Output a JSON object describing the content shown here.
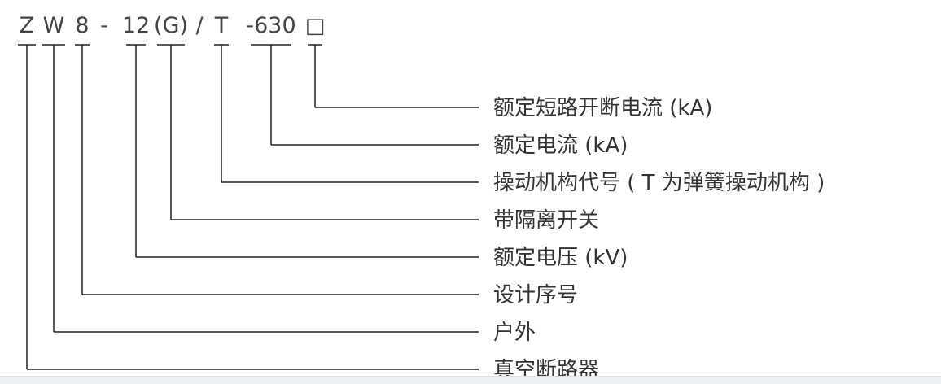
{
  "model_code": {
    "segments": [
      {
        "id": "z",
        "text": "Z"
      },
      {
        "id": "w",
        "text": "W"
      },
      {
        "id": "8",
        "text": "8"
      },
      {
        "id": "dash1",
        "text": "-"
      },
      {
        "id": "12",
        "text": "12"
      },
      {
        "id": "g",
        "text": "(G)"
      },
      {
        "id": "slash",
        "text": "/"
      },
      {
        "id": "t",
        "text": "T"
      },
      {
        "id": "630",
        "text": "-630"
      },
      {
        "id": "box",
        "text": "□"
      }
    ]
  },
  "labels": [
    {
      "target": "box",
      "text": "额定短路开断电流 (kA)"
    },
    {
      "target": "630",
      "text": "额定电流 (kA)"
    },
    {
      "target": "t",
      "text": "操动机构代号 ( T 为弹簧操动机构 )"
    },
    {
      "target": "g",
      "text": "带隔离开关"
    },
    {
      "target": "12",
      "text": "额定电压 (kV)"
    },
    {
      "target": "8",
      "text": "设计序号"
    },
    {
      "target": "w",
      "text": "户外"
    },
    {
      "target": "z",
      "text": "真空断路器"
    }
  ],
  "colors": {
    "line": "#222222",
    "text": "#333333",
    "background": "#ffffff"
  }
}
